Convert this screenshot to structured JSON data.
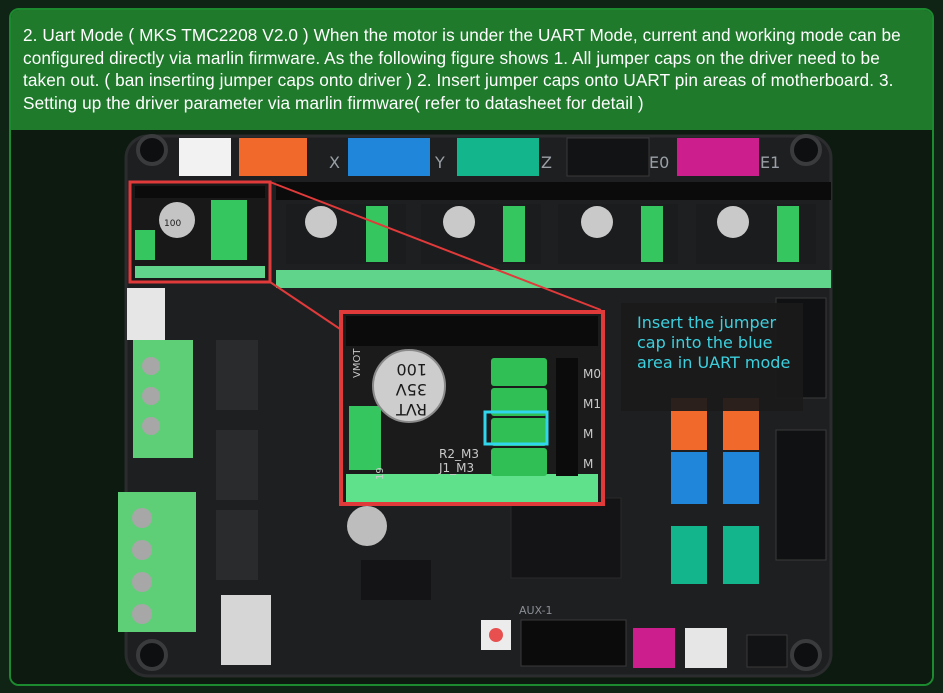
{
  "header": {
    "text": "2. Uart Mode ( MKS TMC2208 V2.0 ) When the motor is under the UART Mode, current and working mode can be configured directly via marlin firmware. As the following figure shows 1. All jumper caps on the driver need to be taken out. ( ban inserting jumper caps onto driver ) 2. Insert jumper caps onto UART pin areas of motherboard. 3. Setting up the driver parameter via marlin firmware( refer to datasheet for detail )"
  },
  "board": {
    "axis_labels": [
      "X",
      "Y",
      "Z",
      "E0",
      "E1"
    ],
    "zoom_labels": {
      "top_left": "VMOT",
      "cap1": "100",
      "cap2": "35V",
      "cap3": "RVT",
      "r2": "R2_M3",
      "j1": "J1_M3",
      "m_pins": [
        "M0",
        "M1",
        "M",
        "M"
      ],
      "side": "19"
    },
    "aux_label": "AUX-1"
  },
  "callout": {
    "text": "Insert the jumper cap into the blue area in UART mode"
  },
  "colors": {
    "header_bg": "#1f7a2c",
    "border": "#1c8a2f",
    "highlight_red": "#e03a3a",
    "highlight_cyan": "#2fd6ec",
    "callout_text": "#3fe0f0"
  }
}
